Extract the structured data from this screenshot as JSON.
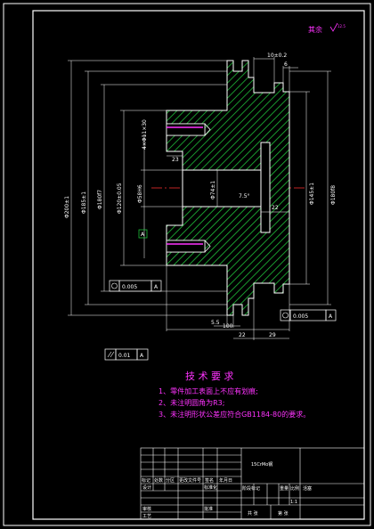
{
  "surface_finish_note": {
    "label": "其余",
    "ra": "12.5"
  },
  "dimensions": {
    "d_outer": "Φ200±1",
    "d_second": "Φ185±1",
    "d_third": "Φ180f7",
    "d_bore_center": "Φ120±0.05",
    "d_bore": "Φ58H6",
    "d_inner": "Φ74±1",
    "d_right_1": "Φ145±1",
    "d_right_2": "Φ180f8",
    "hole_spec": "4×Φ11×30",
    "depth_23": "23",
    "w_10": "10±0.2",
    "w_6": "6",
    "angle": "7.5°",
    "w_22_mid": "22",
    "w_5_5": "5.5",
    "w_22_bottom": "22",
    "w_29": "29",
    "total_100": "100"
  },
  "tolerances": {
    "left_runout": "0.005",
    "left_ref": "A",
    "right_runout": "0.005",
    "right_ref": "A",
    "parallel_val": "0.01",
    "parallel_ref": "A",
    "datum": "A"
  },
  "tech": {
    "title": "技 术 要 求",
    "items": [
      "1、零件加工表面上不应有划痕;",
      "2、未注明圆角为R3;",
      "3、未注明形状公差应符合GB1184-80的要求。"
    ]
  },
  "title_block": {
    "material": "15CrMo钢",
    "part_name": "活塞",
    "h_labels": [
      "标记",
      "处数",
      "分区",
      "更改文件号",
      "签名",
      "年月日"
    ],
    "row_design": "设计",
    "row_standard": "标准化",
    "row_check": "审核",
    "row_process": "工艺",
    "row_approve": "批准",
    "stage_labels": [
      "阶段标记",
      "重量",
      "比例"
    ],
    "scale": "1:1",
    "sheet_total": "共 张",
    "sheet_num": "第 张"
  }
}
